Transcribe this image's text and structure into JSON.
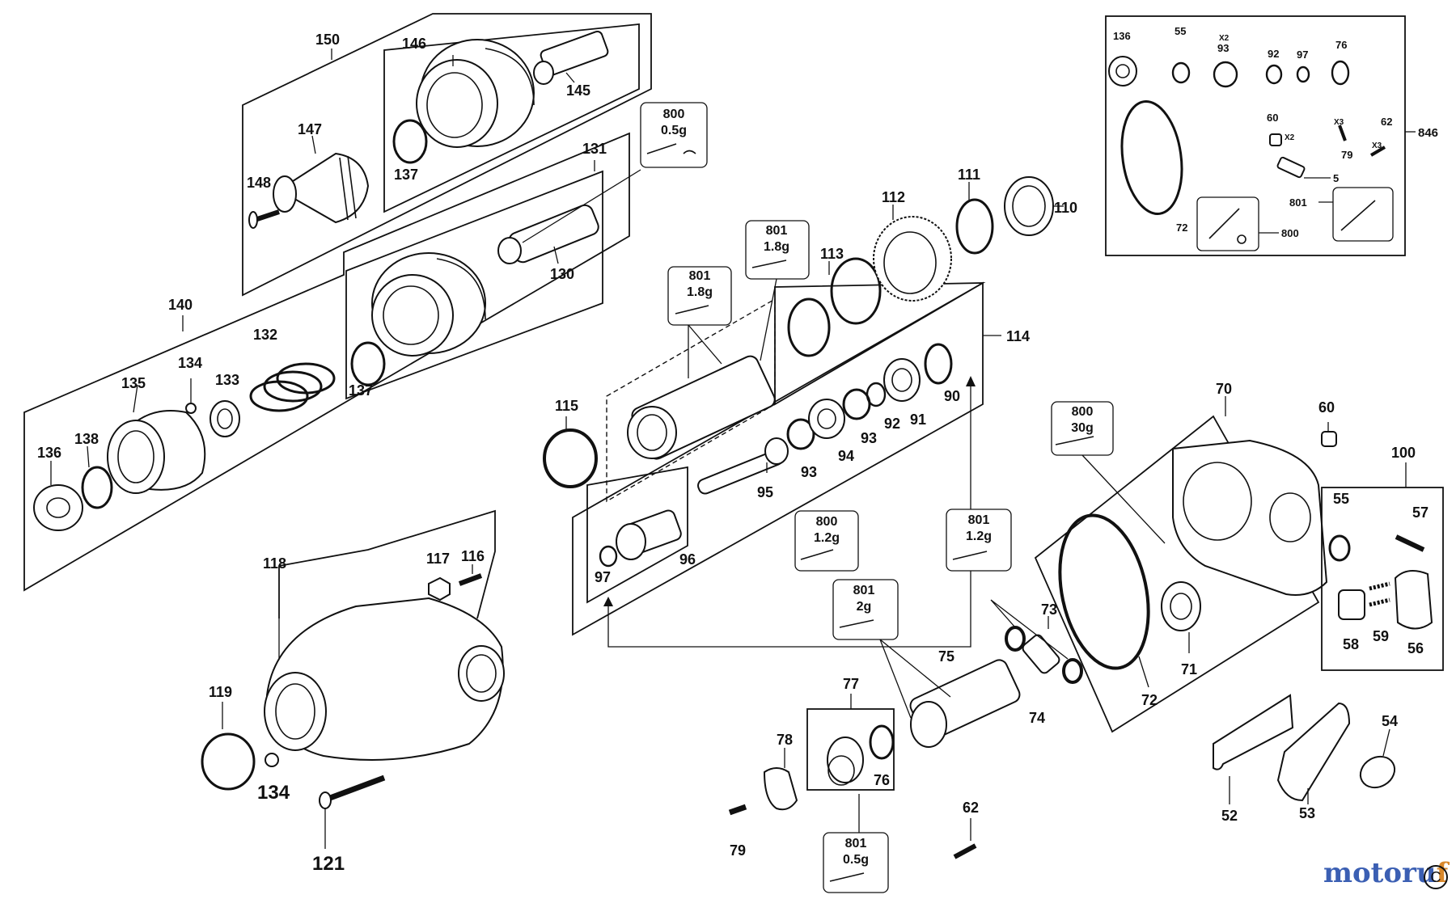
{
  "labels": {
    "l150": "150",
    "l146": "146",
    "l145": "145",
    "l147": "147",
    "l148": "148",
    "l137a": "137",
    "l131": "131",
    "l130": "130",
    "l140": "140",
    "l132": "132",
    "l134a": "134",
    "l133": "133",
    "l135": "135",
    "l137b": "137",
    "l136": "136",
    "l138": "138",
    "l115": "115",
    "l97": "97",
    "l96": "96",
    "l95": "95",
    "l93a": "93",
    "l94": "94",
    "l93b": "93",
    "l92": "92",
    "l91": "91",
    "l90": "90",
    "l113": "113",
    "l112": "112",
    "l111": "111",
    "l110": "110",
    "l114": "114",
    "l118": "118",
    "l117": "117",
    "l116": "116",
    "l119": "119",
    "l134b": "134",
    "l121": "121",
    "l70": "70",
    "l60": "60",
    "l100": "100",
    "l55": "55",
    "l57": "57",
    "l58": "58",
    "l59": "59",
    "l56": "56",
    "l71": "71",
    "l72": "72",
    "l73": "73",
    "l74": "74",
    "l75": "75",
    "l77": "77",
    "l76": "76",
    "l78": "78",
    "l79": "79",
    "l62": "62",
    "l52": "52",
    "l53": "53",
    "l54": "54",
    "k136": "136",
    "k55": "55",
    "k93": "93",
    "k92": "92",
    "k97": "97",
    "k76": "76",
    "k60": "60",
    "k62": "62",
    "k79": "79",
    "k5": "5",
    "k801": "801",
    "k72": "72",
    "k800": "800",
    "k846": "846",
    "kx2a": "X2",
    "kx2b": "X2",
    "kx3a": "X3",
    "kx3b": "X3"
  },
  "lube": {
    "a": {
      "code": "800",
      "qty": "0.5g"
    },
    "b": {
      "code": "801",
      "qty": "1.8g"
    },
    "c": {
      "code": "801",
      "qty": "1.8g"
    },
    "d": {
      "code": "800",
      "qty": "30g"
    },
    "e": {
      "code": "800",
      "qty": "1.2g"
    },
    "f": {
      "code": "801",
      "qty": "1.2g"
    },
    "g": {
      "code": "801",
      "qty": "2g"
    },
    "h": {
      "code": "801",
      "qty": "0.5g"
    }
  },
  "watermark": {
    "part1": "motoru",
    "part2": "f"
  },
  "copyright": "C",
  "colors": {
    "watermark_blue": "#3b5fb3",
    "watermark_orange": "#d9882b",
    "line": "#111111"
  }
}
